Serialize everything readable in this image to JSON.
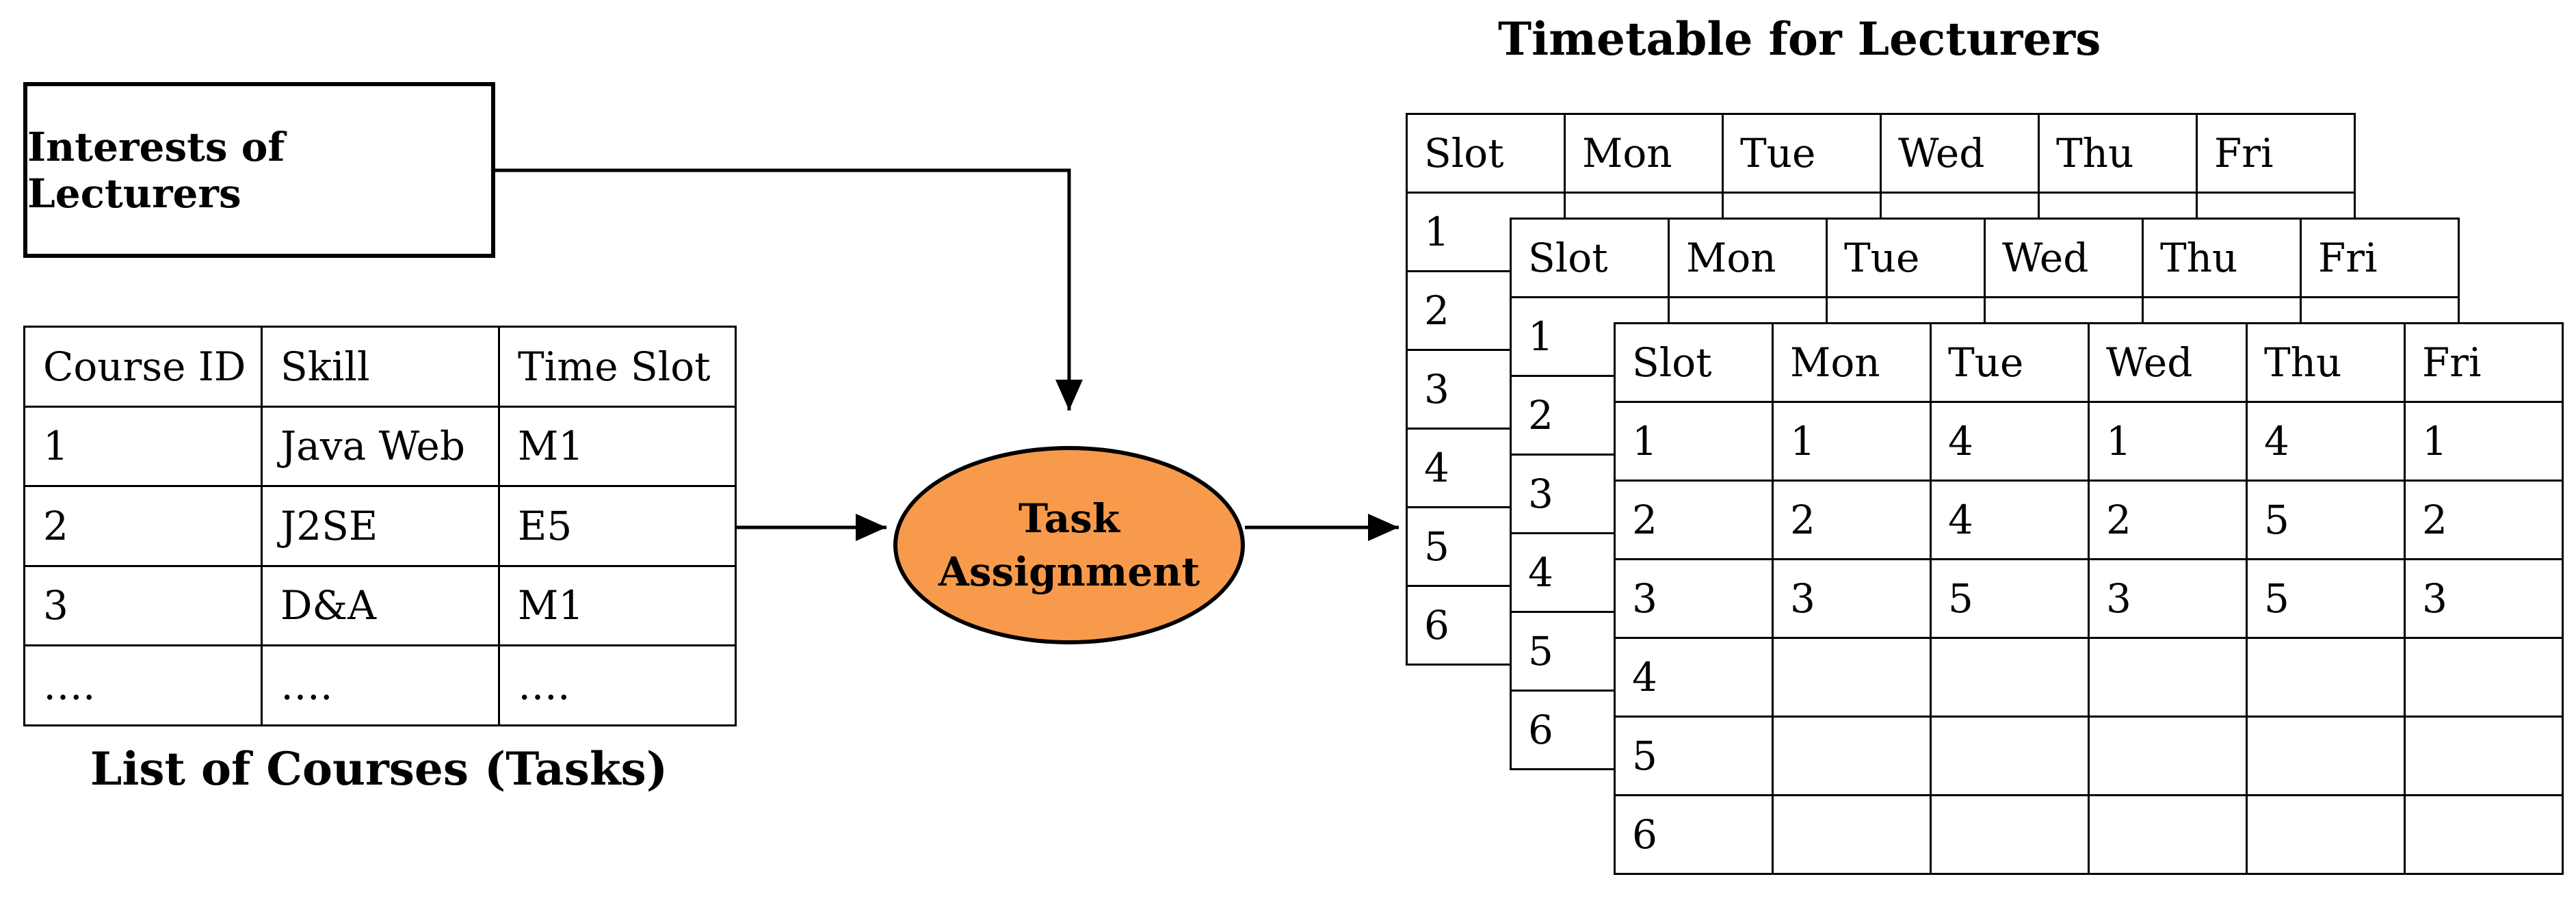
{
  "interests_box": {
    "label": "Interests of Lecturers"
  },
  "course_table": {
    "headers": [
      "Course ID",
      "Skill",
      "Time Slot"
    ],
    "rows": [
      [
        "1",
        "Java Web",
        "M1"
      ],
      [
        "2",
        "J2SE",
        "E5"
      ],
      [
        "3",
        "D&A",
        "M1"
      ],
      [
        "….",
        "….",
        "…."
      ]
    ],
    "caption": "List of Courses (Tasks)"
  },
  "task": {
    "line1": "Task",
    "line2": "Assignment",
    "fill_color": "#f79a4c"
  },
  "timetable": {
    "title": "Timetable for Lecturers",
    "headers": [
      "Slot",
      "Mon",
      "Tue",
      "Wed",
      "Thu",
      "Fri"
    ],
    "slots": [
      "1",
      "2",
      "3",
      "4",
      "5",
      "6"
    ],
    "front_rows": [
      [
        "1",
        "1",
        "4",
        "1",
        "4",
        "1"
      ],
      [
        "2",
        "2",
        "4",
        "2",
        "5",
        "2"
      ],
      [
        "3",
        "3",
        "5",
        "3",
        "5",
        "3"
      ],
      [
        "4",
        "",
        "",
        "",
        "",
        ""
      ],
      [
        "5",
        "",
        "",
        "",
        "",
        ""
      ],
      [
        "6",
        "",
        "",
        "",
        "",
        ""
      ]
    ]
  }
}
